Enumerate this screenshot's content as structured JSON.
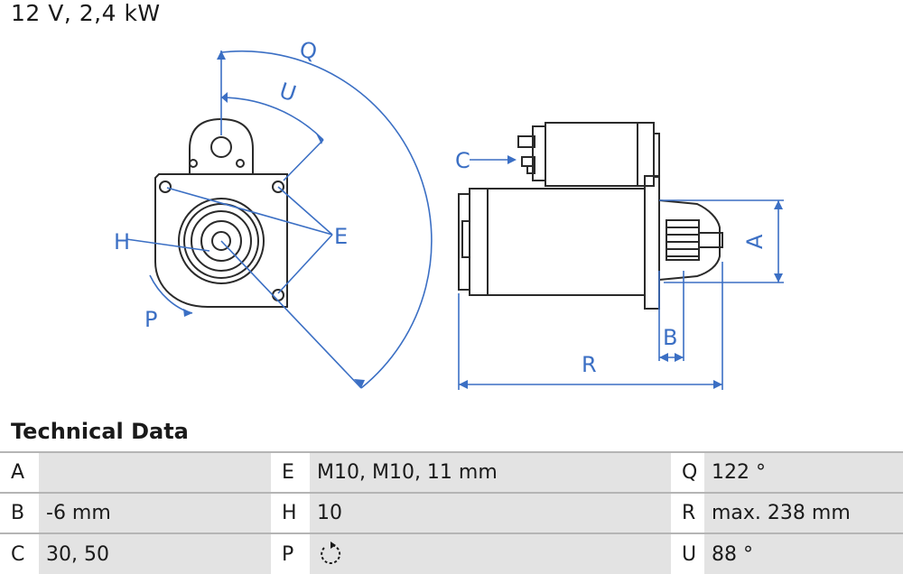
{
  "header": {
    "spec": "12 V, 2,4 kW"
  },
  "drawing_labels": {
    "A": "A",
    "B": "B",
    "C": "C",
    "E": "E",
    "H": "H",
    "P": "P",
    "Q": "Q",
    "R": "R",
    "U": "U"
  },
  "technical_data": {
    "title": "Technical Data",
    "rows": [
      [
        {
          "key": "A",
          "value": ""
        },
        {
          "key": "E",
          "value": "M10, M10, 11 mm"
        },
        {
          "key": "Q",
          "value": "122 °"
        }
      ],
      [
        {
          "key": "B",
          "value": "-6 mm"
        },
        {
          "key": "H",
          "value": "10"
        },
        {
          "key": "R",
          "value": "max. 238 mm"
        }
      ],
      [
        {
          "key": "C",
          "value": "30, 50"
        },
        {
          "key": "P",
          "value": ""
        },
        {
          "key": "U",
          "value": "88 °"
        }
      ]
    ]
  },
  "icons": {
    "rotation": "counterclockwise-rotation-icon"
  },
  "colors": {
    "dimension_line": "#3b6fc4",
    "drawing_line": "#2a2a2a",
    "table_value_bg": "#e3e3e3"
  }
}
